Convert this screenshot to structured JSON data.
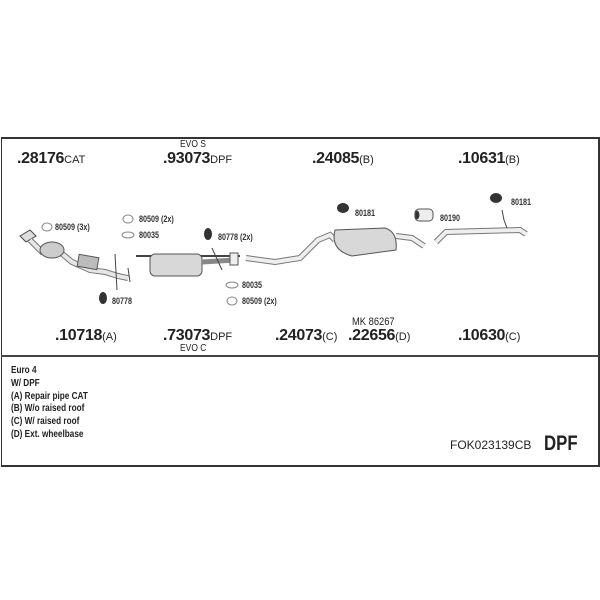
{
  "top_parts": [
    {
      "num": ".28176",
      "suffix": "CAT"
    },
    {
      "num": ".93073",
      "suffix": "DPF",
      "note": "EVO S"
    },
    {
      "num": ".24085",
      "suffix": "(B)"
    },
    {
      "num": ".10631",
      "suffix": "(B)"
    }
  ],
  "bottom_parts": [
    {
      "num": ".10718",
      "suffix": "(A)"
    },
    {
      "num": ".73073",
      "suffix": "DPF",
      "note": "EVO C"
    },
    {
      "num": ".24073",
      "suffix": "(C)"
    },
    {
      "num": ".22656",
      "suffix": "(D)",
      "note": "MK 86267"
    },
    {
      "num": ".10630",
      "suffix": "(C)"
    }
  ],
  "fittings": [
    "80509 (3x)",
    "80509 (2x)",
    "80035",
    "80778 (2x)",
    "80035",
    "80509 (2x)",
    "80778",
    "80181",
    "80190",
    "80181"
  ],
  "legend": [
    "Euro 4",
    "W/ DPF",
    "(A) Repair pipe CAT",
    "(B) W/o raised roof",
    "(C) W/ raised roof",
    "(D) Ext. wheelbase"
  ],
  "set_code": "FOK023139CB",
  "set_type": "DPF"
}
